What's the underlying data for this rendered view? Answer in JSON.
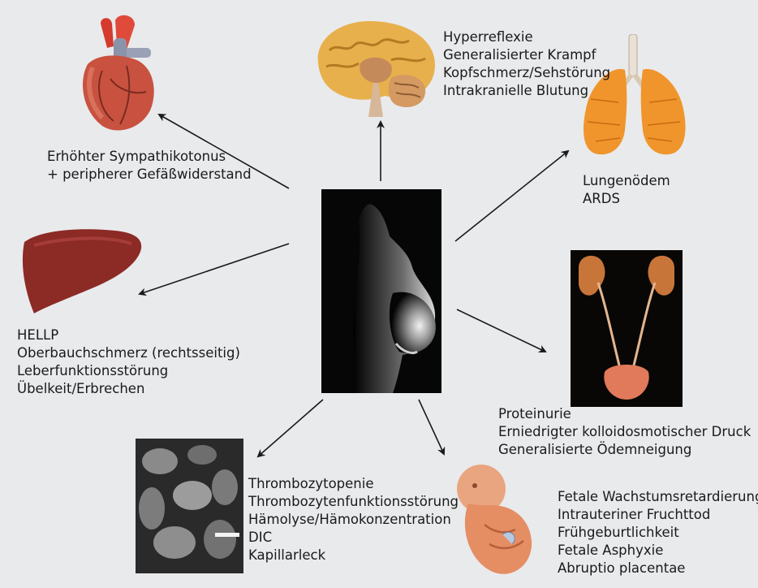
{
  "colors": {
    "background": "#e9eaec",
    "text": "#1a1a1a",
    "arrow": "#1a1a1a"
  },
  "organs": {
    "heart": {
      "icon": "heart-icon",
      "lines": [
        "Erhöhter Sympathikotonus",
        "+ peripherer Gefäßwiderstand"
      ]
    },
    "brain": {
      "icon": "brain-icon",
      "lines": [
        "Hyperreflexie",
        "Generalisierter Krampf",
        "Kopfschmerz/Sehstörung",
        "Intrakranielle Blutung"
      ]
    },
    "lungs": {
      "icon": "lungs-icon",
      "lines": [
        "Lungenödem",
        "ARDS"
      ]
    },
    "liver": {
      "icon": "liver-icon",
      "lines": [
        "HELLP",
        "Oberbauchschmerz (rechtsseitig)",
        "Leberfunktionsstörung",
        "Übelkeit/Erbrechen"
      ]
    },
    "kidneys": {
      "icon": "kidneys-icon",
      "lines": [
        "Proteinurie",
        "Erniedrigter kolloidosmotischer Druck",
        "Generalisierte Ödemneigung"
      ]
    },
    "blood": {
      "icon": "blood-cells-icon",
      "lines": [
        "Thrombozytopenie",
        "Thrombozytenfunktionsstörung",
        "Hämolyse/Hämokonzentration",
        "DIC",
        "Kapillarleck"
      ]
    },
    "fetus": {
      "icon": "fetus-icon",
      "lines": [
        "Fetale Wachstumsretardierung",
        "Intrauteriner Fruchttod",
        "Frühgeburtlichkeit",
        "Fetale Asphyxie",
        "Abruptio placentae"
      ]
    }
  },
  "center": {
    "icon": "pregnant-woman-photo"
  }
}
